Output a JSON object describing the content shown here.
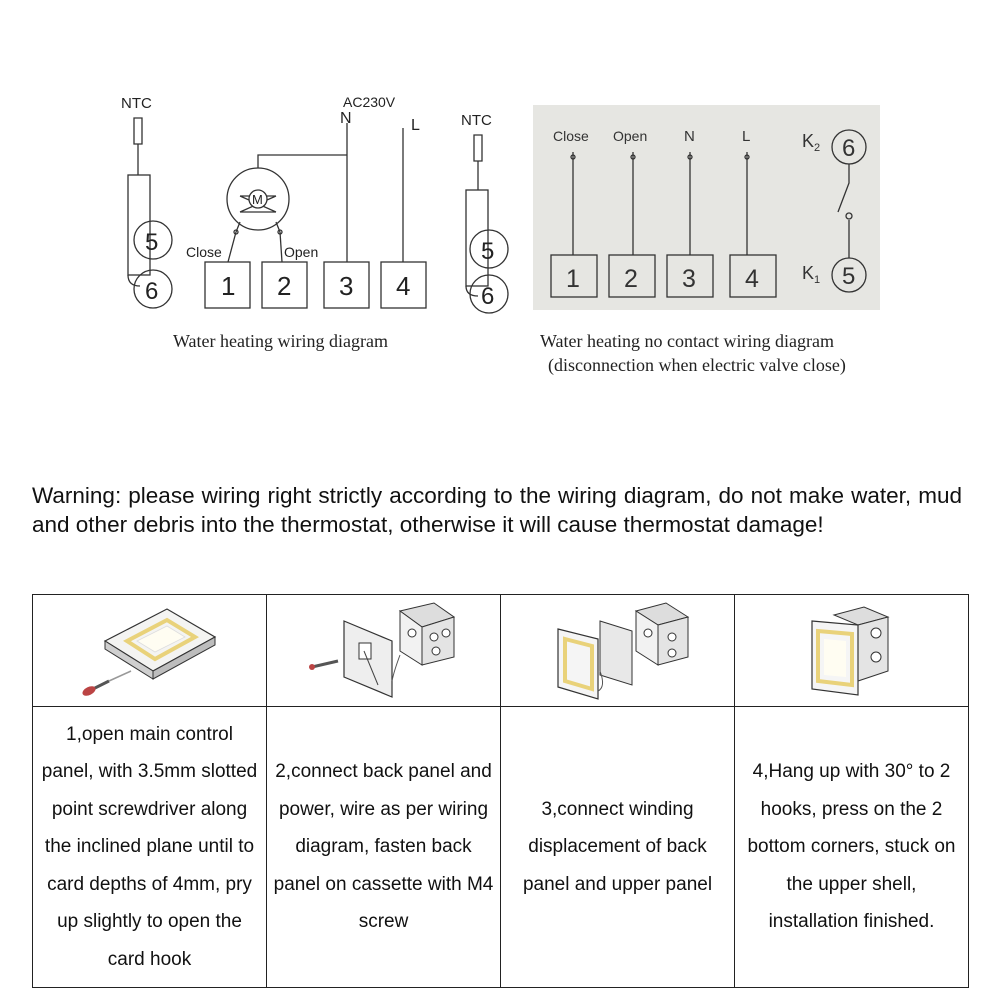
{
  "diagram1": {
    "ntc_label": "NTC",
    "power_label": "AC230V",
    "n_label": "N",
    "l_label": "L",
    "motor_label": "M",
    "close_label": "Close",
    "open_label": "Open",
    "terminals": [
      "1",
      "2",
      "3",
      "4"
    ],
    "left_terminals": [
      "5",
      "6"
    ],
    "ntc2_label": "NTC",
    "right_terminals": [
      "5",
      "6"
    ],
    "caption": "Water heating wiring diagram"
  },
  "diagram2": {
    "labels": [
      "Close",
      "Open",
      "N",
      "L"
    ],
    "terminals": [
      "1",
      "2",
      "3",
      "4"
    ],
    "k2_label": "K",
    "k2_sub": "2",
    "k1_label": "K",
    "k1_sub": "1",
    "k2_terminal": "6",
    "k1_terminal": "5",
    "caption_line1": "Water heating no contact wiring diagram",
    "caption_line2": "(disconnection when electric valve close)"
  },
  "warning": "Warning: please wiring right strictly according to the wiring diagram, do not make water, mud and other debris into the thermostat, otherwise it will cause thermostat damage!",
  "steps": [
    {
      "icon": "thermostat-panel-with-screwdriver-icon",
      "text": "1,open main control panel, with 3.5mm slotted point screwdriver along the inclined plane until to card depths of 4mm, pry up slightly to open the card hook"
    },
    {
      "icon": "back-panel-and-junction-box-icon",
      "text": "2,connect back panel and power, wire as per wiring diagram, fasten back panel on cassette with M4 screw"
    },
    {
      "icon": "upper-panel-and-back-panel-icon",
      "text": "3,connect winding displacement of back panel and upper panel"
    },
    {
      "icon": "mounted-thermostat-icon",
      "text": "4,Hang up with 30° to 2 hooks, press on the 2 bottom corners, stuck on the upper shell, installation finished."
    }
  ],
  "colors": {
    "panel_frame": "#e9d27a",
    "diagram2_bg": "#e6e6e2",
    "line": "#222222"
  }
}
